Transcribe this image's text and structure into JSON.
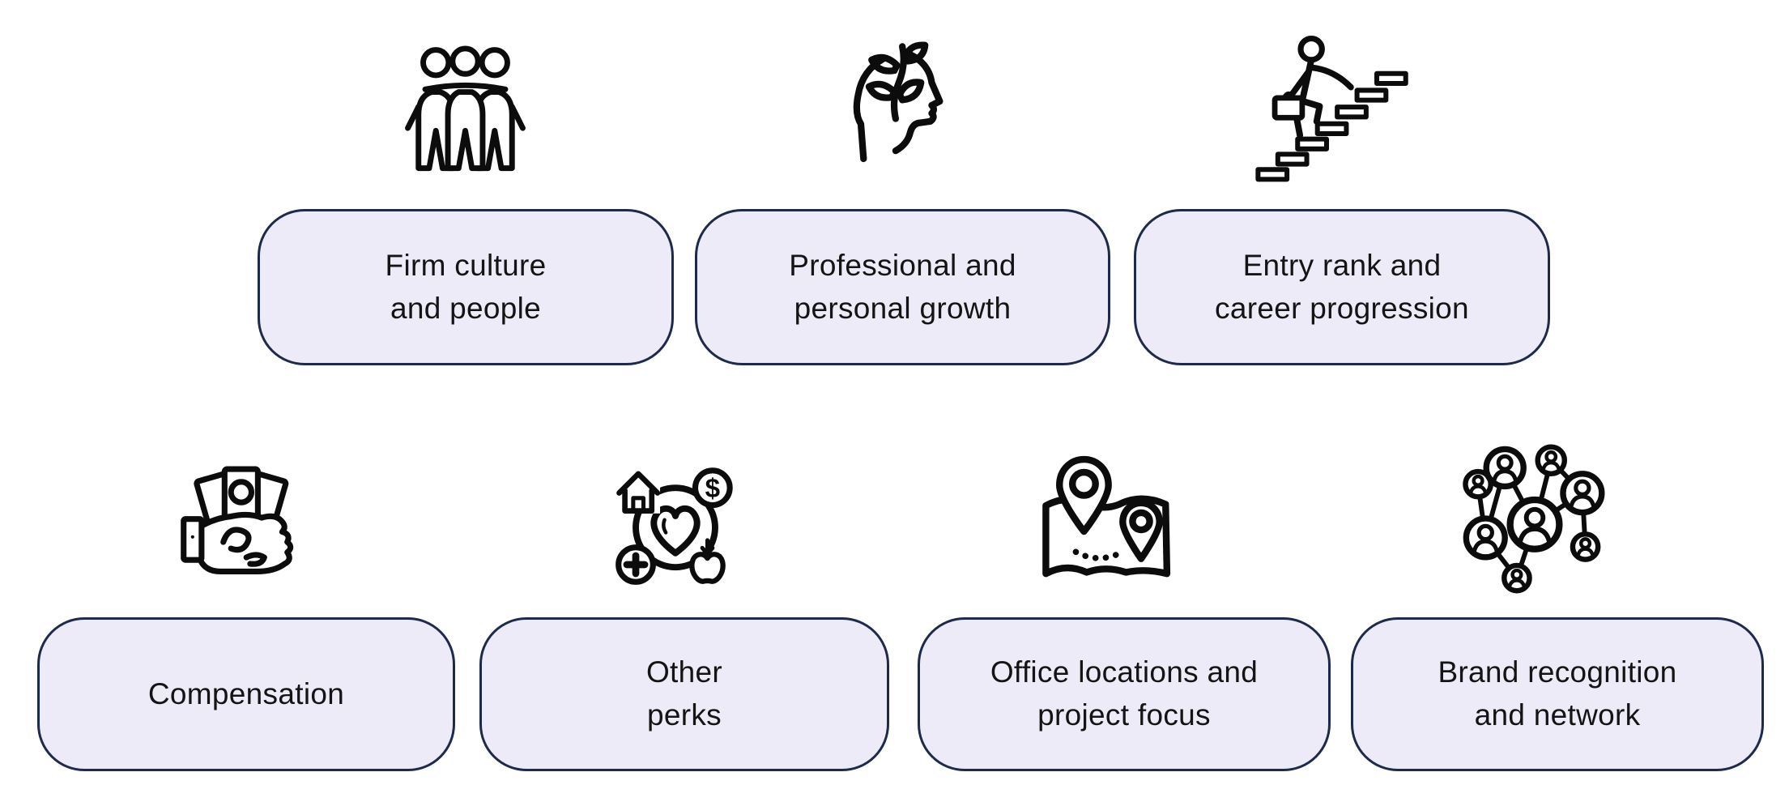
{
  "colors": {
    "background": "#ffffff",
    "card_fill": "#edebf8",
    "card_border": "#1e2a4c",
    "text": "#141414",
    "icon": "#0c0c0c"
  },
  "rows": [
    {
      "items": [
        {
          "icon": "three-people-icon",
          "label": "Firm culture\nand people"
        },
        {
          "icon": "head-with-plant-icon",
          "label": "Professional and\npersonal growth"
        },
        {
          "icon": "person-climbing-stairs-icon",
          "label": "Entry rank and\ncareer progression"
        }
      ]
    },
    {
      "items": [
        {
          "icon": "hand-holding-money-icon",
          "label": "Compensation"
        },
        {
          "icon": "benefits-heart-circle-icon",
          "label": "Other\nperks"
        },
        {
          "icon": "map-with-pins-icon",
          "label": "Office locations and\nproject focus"
        },
        {
          "icon": "people-network-icon",
          "label": "Brand recognition\nand network"
        }
      ]
    }
  ]
}
